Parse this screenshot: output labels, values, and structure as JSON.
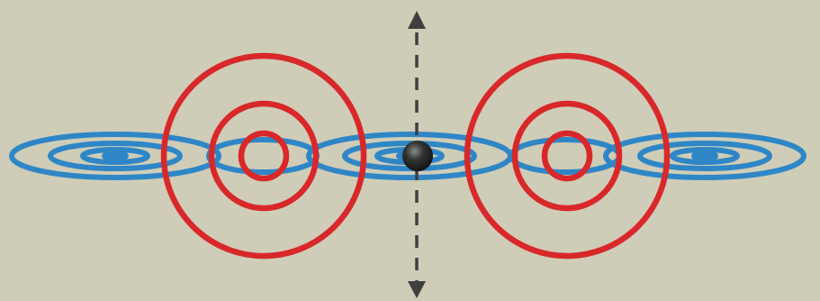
{
  "diagram": {
    "description_free": true,
    "background_color": "#cfcdb8",
    "colors": {
      "red_rings": "#d8282a",
      "blue_rings": "#2f86c6",
      "axis": "#3f3f3f",
      "particle_highlight": "#8a8a8a",
      "particle_body": "#333333",
      "particle_shadow": "#141414"
    },
    "icons": {
      "axis_top_arrow": "arrow-up-icon",
      "axis_bottom_arrow": "arrow-down-icon",
      "center_particle": "sphere-icon"
    },
    "red_ring_groups": 2,
    "red_rings_per_group": 3,
    "blue_ellipse_groups": 5,
    "blue_ellipses_per_group": 4
  }
}
